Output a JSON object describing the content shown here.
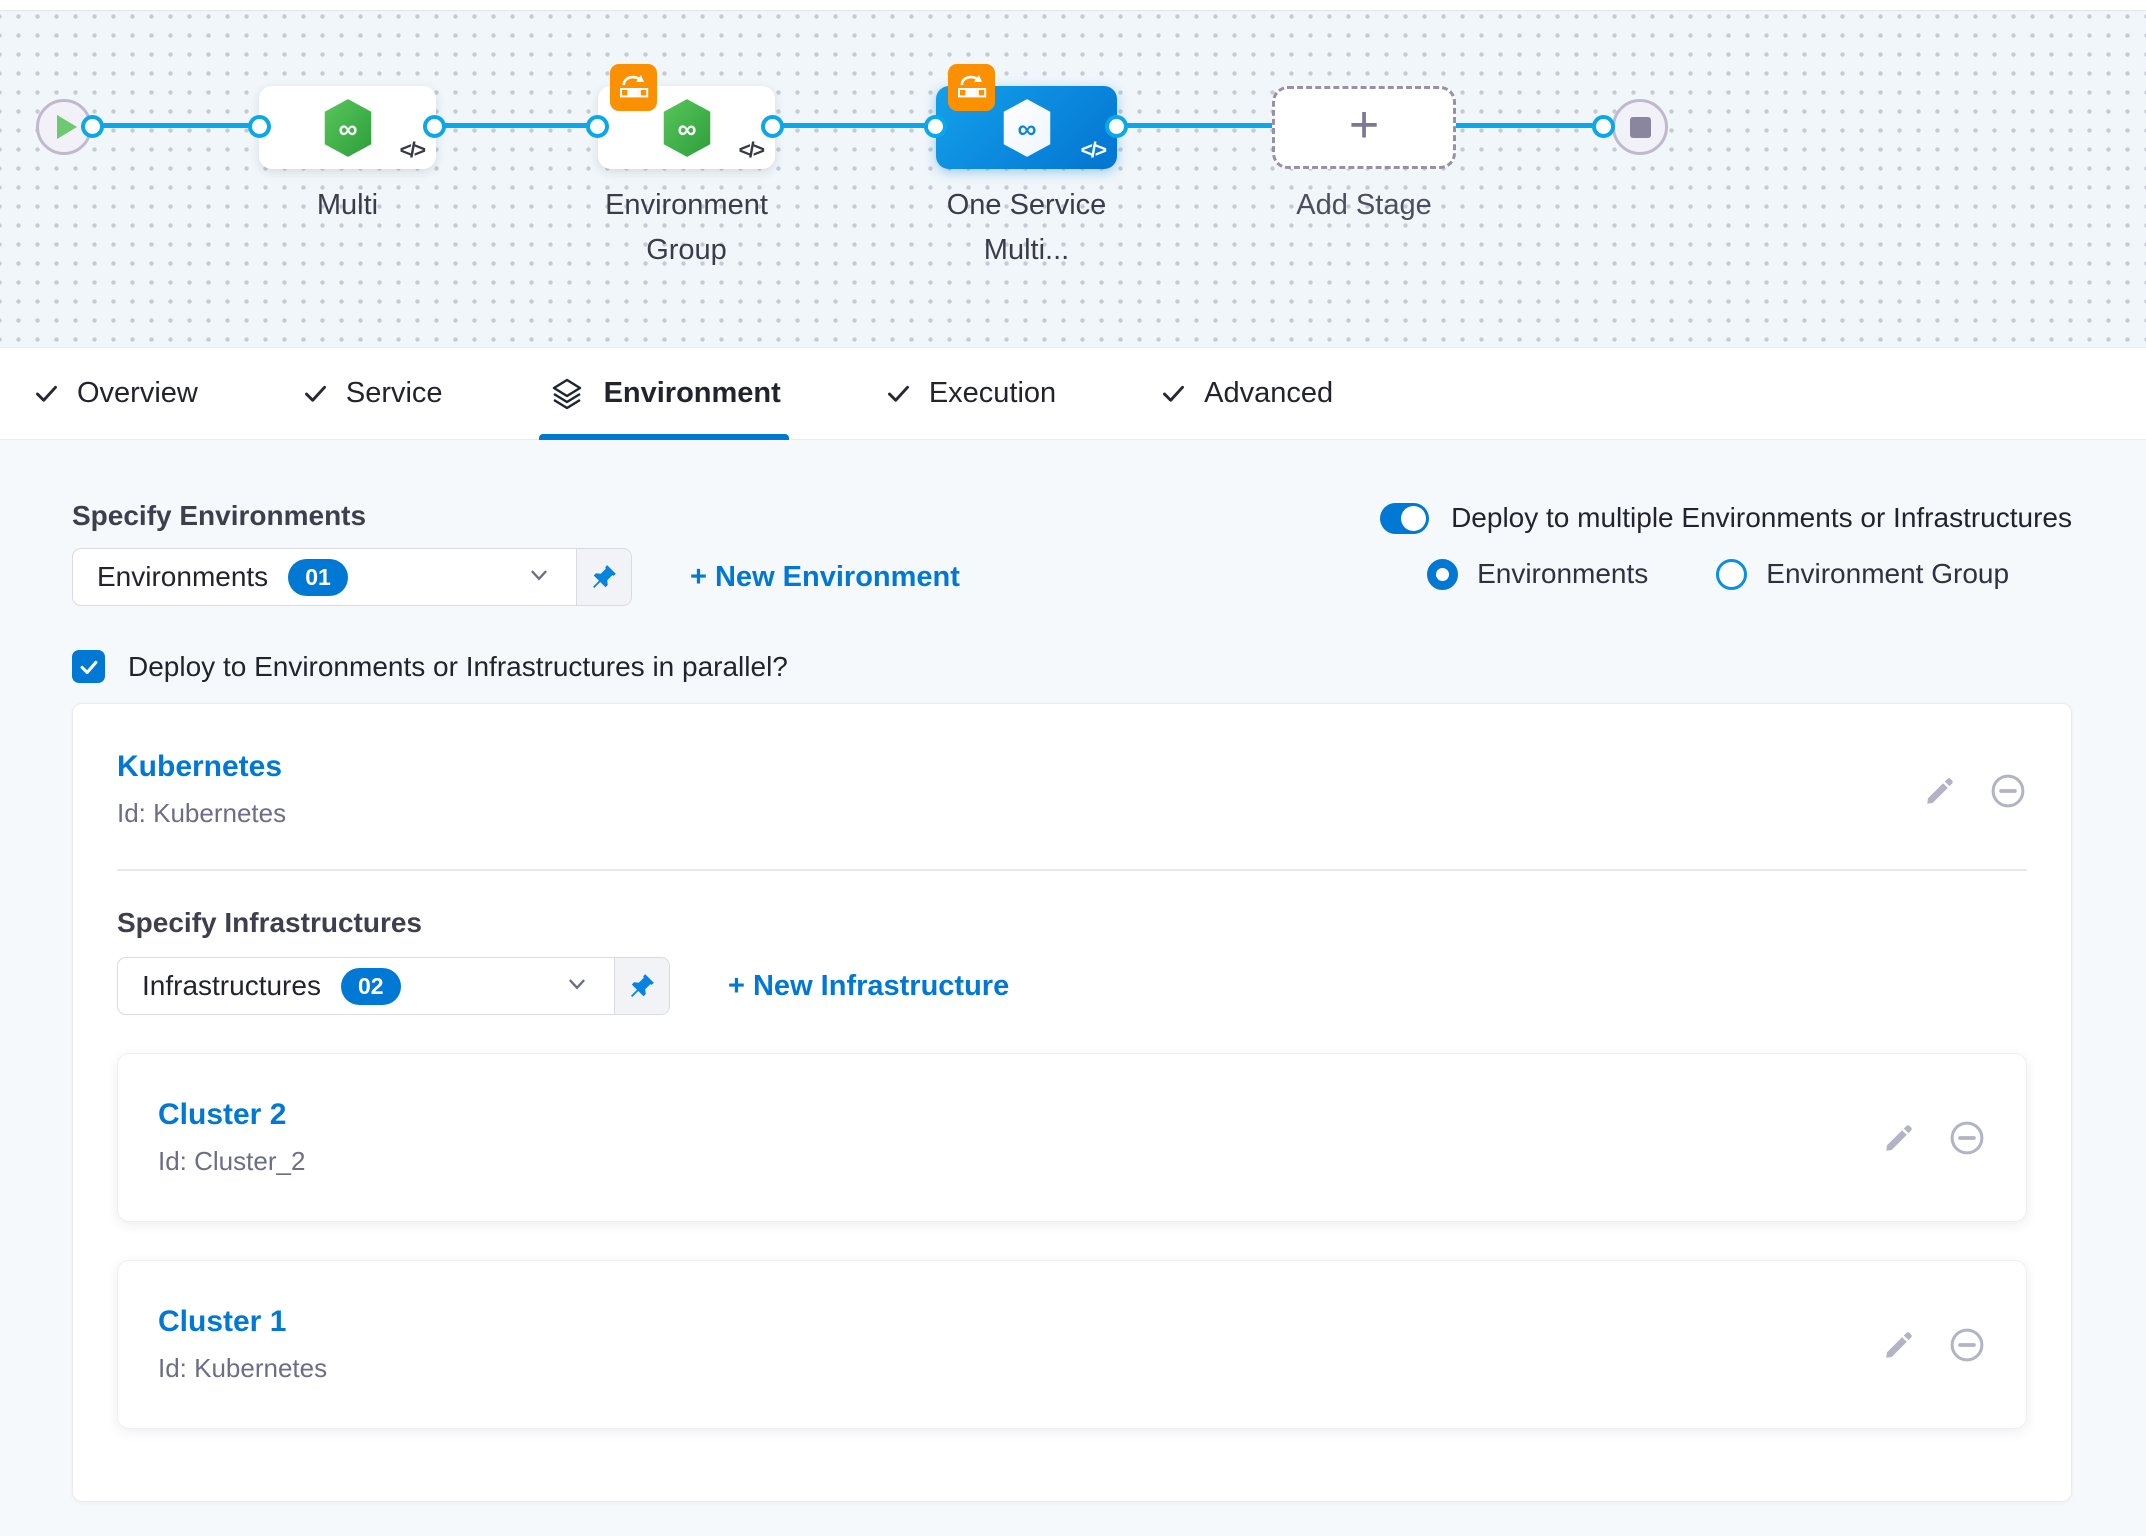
{
  "pipeline": {
    "code_glyph": "</>",
    "nodes": {
      "multi": {
        "label": "Multi"
      },
      "env_group": {
        "line1": "Environment",
        "line2": "Group"
      },
      "one_service": {
        "line1": "One Service",
        "line2": "Multi..."
      },
      "add_stage": {
        "label": "Add Stage",
        "plus": "+"
      }
    }
  },
  "tabs": [
    {
      "label": "Overview"
    },
    {
      "label": "Service"
    },
    {
      "label": "Environment"
    },
    {
      "label": "Execution"
    },
    {
      "label": "Advanced"
    }
  ],
  "environment": {
    "section_label": "Specify Environments",
    "dropdown_value": "Environments",
    "dropdown_count": "01",
    "new_link": "+ New Environment",
    "toggle_label": "Deploy to multiple Environments or Infrastructures",
    "radio_environments": "Environments",
    "radio_environment_group": "Environment Group",
    "parallel_label": "Deploy to Environments or Infrastructures in parallel?"
  },
  "environment_card": {
    "title": "Kubernetes",
    "id": "Id: Kubernetes"
  },
  "infrastructure": {
    "section_label": "Specify Infrastructures",
    "dropdown_value": "Infrastructures",
    "dropdown_count": "02",
    "new_link": "+ New Infrastructure",
    "clusters": [
      {
        "title": "Cluster 2",
        "id": "Id: Cluster_2"
      },
      {
        "title": "Cluster 1",
        "id": "Id: Kubernetes"
      }
    ]
  },
  "colors": {
    "accent": "#0278d5",
    "connector": "#0aa7e9",
    "loop_badge_orange": "#fb9102",
    "service_green": "#42b549",
    "icon_gray": "#b2b3c5"
  },
  "icons": {
    "edit": "pencil-icon",
    "remove": "minus-circle-icon",
    "pin": "pushpin-icon",
    "dropdown": "chevron-down-icon",
    "tab_done": "check-icon",
    "environment_tab": "layers-icon"
  }
}
